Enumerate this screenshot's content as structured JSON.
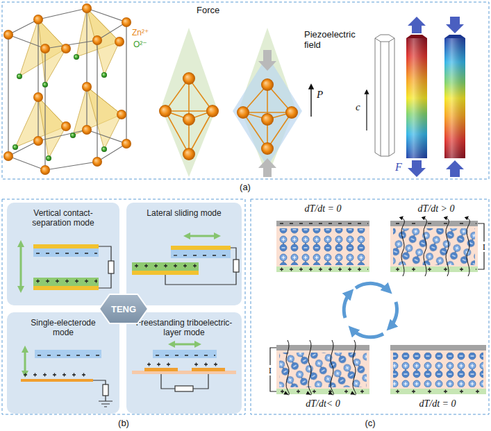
{
  "diagram": {
    "nodes": [
      {
        "text": [
          "Vertical contact-separation mode"
        ]
      },
      {
        "text": [
          "Lateral sliding mode"
        ]
      },
      {
        "text": [
          "TENG"
        ]
      },
      {
        "text": [
          "Single-electerode mode"
        ]
      },
      {
        "text": [
          "Freestanding triboelectric-layer mode"
        ]
      }
    ],
    "labels": [
      "Zn²⁺",
      "O²⁻",
      "Force",
      "Piezoelectric field",
      "P",
      "c",
      "F",
      "(a)",
      "dT/dt = 0",
      "dT/dt > 0",
      "I",
      "I",
      "dT/dt< 0",
      "dT/dt = 0",
      "(b)",
      "(c)"
    ]
  }
}
